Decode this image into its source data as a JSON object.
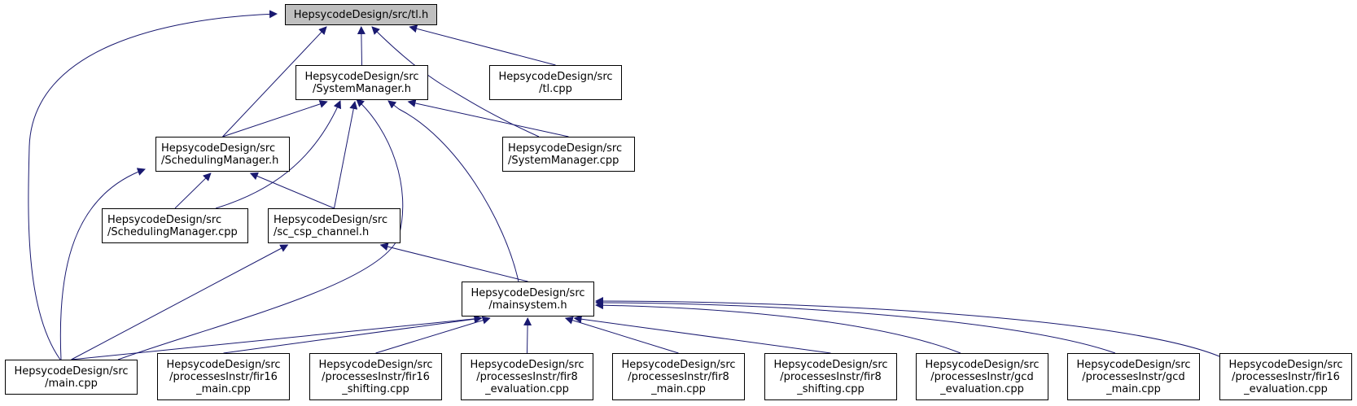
{
  "colors": {
    "edge": "#191970",
    "border": "#000000",
    "focus_fill": "#bfbfbf",
    "fill": "#ffffff"
  },
  "nodes": [
    {
      "id": "tl_h",
      "lines": [
        "HepsycodeDesign/src/tl.h"
      ],
      "focus": true
    },
    {
      "id": "systemmanager_h",
      "lines": [
        "HepsycodeDesign/src",
        "/SystemManager.h"
      ]
    },
    {
      "id": "tl_cpp",
      "lines": [
        "HepsycodeDesign/src",
        "/tl.cpp"
      ]
    },
    {
      "id": "schedulingmanager_h",
      "lines": [
        "HepsycodeDesign/src",
        "/SchedulingManager.h"
      ]
    },
    {
      "id": "systemmanager_cpp",
      "lines": [
        "HepsycodeDesign/src",
        "/SystemManager.cpp"
      ]
    },
    {
      "id": "schedulingmanager_cpp",
      "lines": [
        "HepsycodeDesign/src",
        "/SchedulingManager.cpp"
      ]
    },
    {
      "id": "sc_csp_channel_h",
      "lines": [
        "HepsycodeDesign/src",
        "/sc_csp_channel.h"
      ]
    },
    {
      "id": "mainsystem_h",
      "lines": [
        "HepsycodeDesign/src",
        "/mainsystem.h"
      ]
    },
    {
      "id": "main_cpp",
      "lines": [
        "HepsycodeDesign/src",
        "/main.cpp"
      ]
    },
    {
      "id": "fir16_main_cpp",
      "lines": [
        "HepsycodeDesign/src",
        "/processesInstr/fir16",
        "_main.cpp"
      ]
    },
    {
      "id": "fir16_shifting_cpp",
      "lines": [
        "HepsycodeDesign/src",
        "/processesInstr/fir16",
        "_shifting.cpp"
      ]
    },
    {
      "id": "fir8_evaluation_cpp",
      "lines": [
        "HepsycodeDesign/src",
        "/processesInstr/fir8",
        "_evaluation.cpp"
      ]
    },
    {
      "id": "fir8_main_cpp",
      "lines": [
        "HepsycodeDesign/src",
        "/processesInstr/fir8",
        "_main.cpp"
      ]
    },
    {
      "id": "fir8_shifting_cpp",
      "lines": [
        "HepsycodeDesign/src",
        "/processesInstr/fir8",
        "_shifting.cpp"
      ]
    },
    {
      "id": "gcd_evaluation_cpp",
      "lines": [
        "HepsycodeDesign/src",
        "/processesInstr/gcd",
        "_evaluation.cpp"
      ]
    },
    {
      "id": "gcd_main_cpp",
      "lines": [
        "HepsycodeDesign/src",
        "/processesInstr/gcd",
        "_main.cpp"
      ]
    },
    {
      "id": "fir16_evaluation_cpp",
      "lines": [
        "HepsycodeDesign/src",
        "/processesInstr/fir16",
        "_evaluation.cpp"
      ]
    }
  ],
  "edges": [
    {
      "from": "systemmanager_h",
      "to": "tl_h"
    },
    {
      "from": "tl_cpp",
      "to": "tl_h"
    },
    {
      "from": "schedulingmanager_h",
      "to": "tl_h"
    },
    {
      "from": "systemmanager_cpp",
      "to": "tl_h"
    },
    {
      "from": "main_cpp",
      "to": "tl_h"
    },
    {
      "from": "schedulingmanager_h",
      "to": "systemmanager_h"
    },
    {
      "from": "systemmanager_cpp",
      "to": "systemmanager_h"
    },
    {
      "from": "schedulingmanager_cpp",
      "to": "systemmanager_h"
    },
    {
      "from": "sc_csp_channel_h",
      "to": "systemmanager_h"
    },
    {
      "from": "main_cpp",
      "to": "systemmanager_h"
    },
    {
      "from": "mainsystem_h",
      "to": "systemmanager_h"
    },
    {
      "from": "schedulingmanager_cpp",
      "to": "schedulingmanager_h"
    },
    {
      "from": "sc_csp_channel_h",
      "to": "schedulingmanager_h"
    },
    {
      "from": "main_cpp",
      "to": "schedulingmanager_h"
    },
    {
      "from": "main_cpp",
      "to": "sc_csp_channel_h"
    },
    {
      "from": "mainsystem_h",
      "to": "sc_csp_channel_h"
    },
    {
      "from": "main_cpp",
      "to": "mainsystem_h"
    },
    {
      "from": "fir16_main_cpp",
      "to": "mainsystem_h"
    },
    {
      "from": "fir16_shifting_cpp",
      "to": "mainsystem_h"
    },
    {
      "from": "fir8_evaluation_cpp",
      "to": "mainsystem_h"
    },
    {
      "from": "fir8_main_cpp",
      "to": "mainsystem_h"
    },
    {
      "from": "fir8_shifting_cpp",
      "to": "mainsystem_h"
    },
    {
      "from": "gcd_evaluation_cpp",
      "to": "mainsystem_h"
    },
    {
      "from": "gcd_main_cpp",
      "to": "mainsystem_h"
    },
    {
      "from": "fir16_evaluation_cpp",
      "to": "mainsystem_h"
    }
  ]
}
